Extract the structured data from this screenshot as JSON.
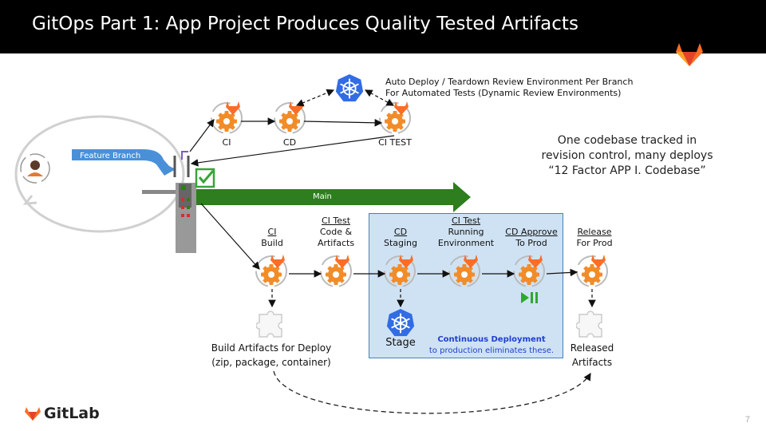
{
  "title": "GitOps Part 1: App Project Produces Quality Tested Artifacts",
  "review_env_note": [
    "Auto Deploy / Teardown Review Environment Per Branch",
    "For Automated Tests (Dynamic Review Environments)"
  ],
  "branch_stages": [
    "CI",
    "CD",
    "CI TEST"
  ],
  "feature_branch_label": "Feature Branch",
  "main_label": "Main",
  "codebase_note": [
    "One codebase tracked in",
    "revision control, many deploys",
    "“12 Factor APP I. Codebase”"
  ],
  "pipeline": [
    {
      "head": "CI",
      "lines": [
        "Build"
      ]
    },
    {
      "head": "CI Test",
      "lines": [
        "Code &",
        "Artifacts"
      ]
    },
    {
      "head": "CD",
      "lines": [
        "Staging"
      ]
    },
    {
      "head": "CI Test",
      "lines": [
        "Running",
        "Environment"
      ]
    },
    {
      "head": "CD Approve",
      "lines": [
        "To Prod"
      ]
    },
    {
      "head": "Release",
      "lines": [
        "For Prod"
      ]
    }
  ],
  "stage_label": "Stage",
  "cd_note_title": "Continuous Deployment",
  "cd_note_body": "to production eliminates these.",
  "build_artifacts": [
    "Build Artifacts for Deploy",
    "(zip, package, container)"
  ],
  "released_artifacts": [
    "Released",
    "Artifacts"
  ],
  "brand": "GitLab",
  "page_number": "7",
  "colors": {
    "fox_orange": "#fc6d26",
    "fox_red": "#e24329",
    "gear": "#f28c28",
    "main_green": "#2e7d1e",
    "feature_blue": "#4a90d9",
    "k8s_blue": "#326ce5"
  },
  "icons": [
    "gitlab-fox-icon",
    "gear-icon",
    "kubernetes-icon",
    "puzzle-icon",
    "developer-avatar-icon",
    "turnstile-icon",
    "checkmark-icon",
    "play-pause-icon"
  ]
}
